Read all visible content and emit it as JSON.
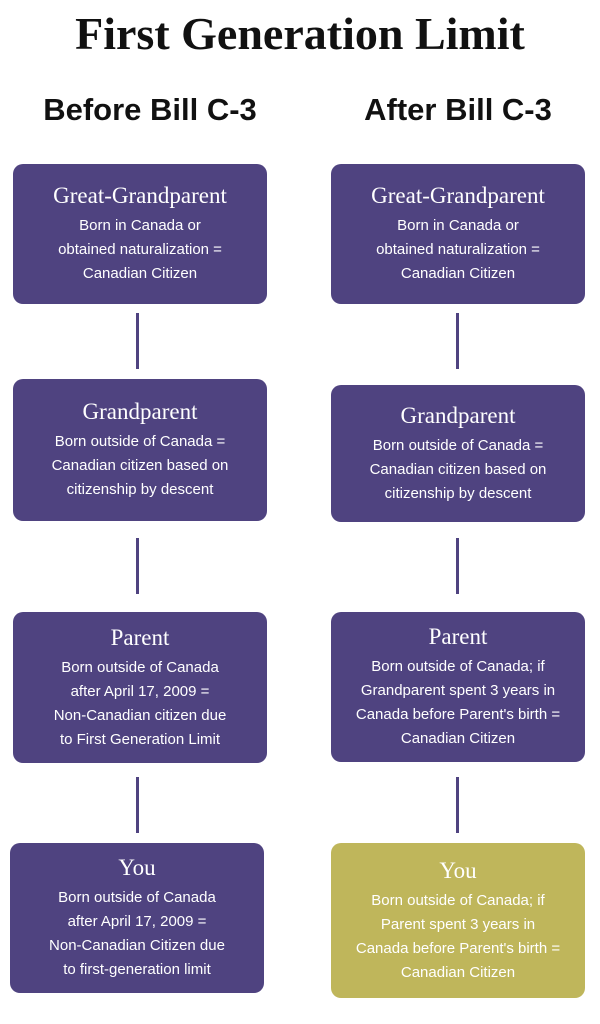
{
  "title": "First Generation Limit",
  "columns": [
    {
      "header": "Before Bill C-3",
      "boxes": [
        {
          "title": "Great-Grandparent",
          "body": "Born in Canada or\nobtained naturalization =\nCanadian Citizen",
          "highlight": false
        },
        {
          "title": "Grandparent",
          "body": "Born outside of Canada =\nCanadian citizen based on\ncitizenship by descent",
          "highlight": false
        },
        {
          "title": "Parent",
          "body": "Born outside of Canada\nafter April 17, 2009 =\nNon-Canadian citizen due\nto First Generation Limit",
          "highlight": false
        },
        {
          "title": "You",
          "body": "Born outside of Canada\nafter April 17, 2009 =\nNon-Canadian Citizen due\nto first-generation limit",
          "highlight": false
        }
      ]
    },
    {
      "header": "After Bill C-3",
      "boxes": [
        {
          "title": "Great-Grandparent",
          "body": "Born in Canada or\nobtained naturalization =\nCanadian Citizen",
          "highlight": false
        },
        {
          "title": "Grandparent",
          "body": "Born outside of Canada =\nCanadian citizen based on\ncitizenship by descent",
          "highlight": false
        },
        {
          "title": "Parent",
          "body": "Born outside of Canada; if\nGrandparent spent 3 years in\nCanada before Parent's birth =\nCanadian Citizen",
          "highlight": false
        },
        {
          "title": "You",
          "body": "Born outside of Canada; if\nParent spent 3 years in\nCanada before Parent's birth =\nCanadian Citizen",
          "highlight": true
        }
      ]
    }
  ],
  "colors": {
    "box": "#4f4380",
    "highlight_box": "#bfb65b",
    "text_light": "#ffffff",
    "text_dark": "#111111"
  }
}
